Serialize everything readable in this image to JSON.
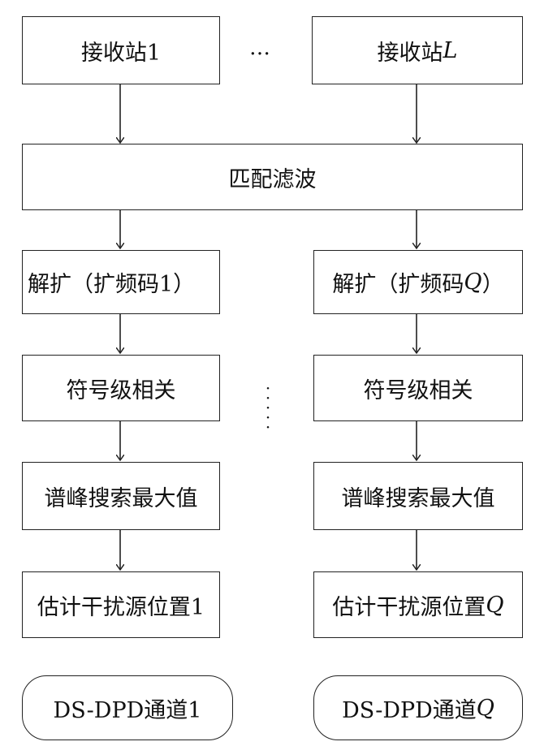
{
  "top": {
    "station1": "接收站1",
    "stationL_prefix": "接收站",
    "stationL_var": "L",
    "ellipsis": "…"
  },
  "matched_filter": "匹配滤波",
  "left_branch": {
    "despread": "解扩（扩频码1）",
    "correlation": "符号级相关",
    "peak_search": "谱峰搜索最大值",
    "estimate": "估计干扰源位置1",
    "channel": "DS-DPD通道1"
  },
  "right_branch": {
    "despread_prefix": "解扩（扩频码",
    "despread_var": "Q",
    "despread_suffix": "）",
    "correlation": "符号级相关",
    "peak_search": "谱峰搜索最大值",
    "estimate_prefix": "估计干扰源位置",
    "estimate_var": "Q",
    "channel_prefix": "DS-DPD通道",
    "channel_var": "Q"
  },
  "vertical_dots": "⋮"
}
